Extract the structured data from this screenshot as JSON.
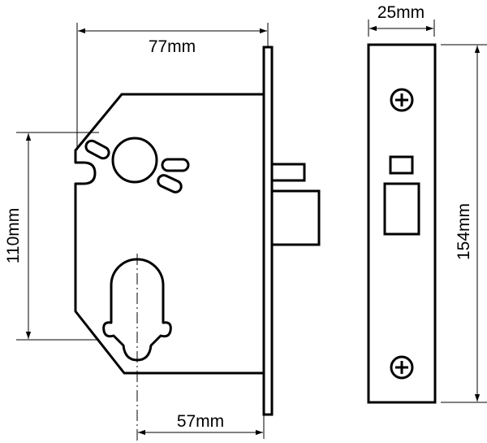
{
  "dimensions": {
    "width_overall": "77mm",
    "backset": "57mm",
    "height_case": "110mm",
    "faceplate_width": "25mm",
    "faceplate_height": "154mm"
  },
  "colors": {
    "line": "#000000",
    "background": "#ffffff"
  }
}
